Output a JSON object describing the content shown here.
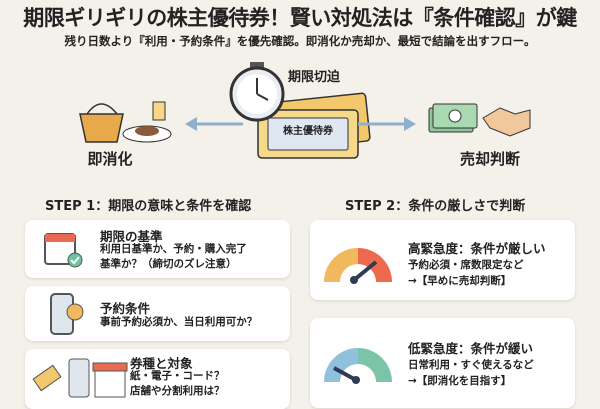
{
  "title": "期限ギリギリの株主優待券！賢い対処法は『条件確認』が鍵",
  "subtitle": "残り日数より『利用・予約条件』を優先確認。即消化か売却か、最短で結論を出すフロー。",
  "center": {
    "label": "期限切迫",
    "ticket_text": "株主優待券"
  },
  "left": {
    "label": "即消化"
  },
  "right": {
    "label": "売却判断"
  },
  "step1": {
    "header": "STEP 1：期限の意味と条件を確認",
    "cards": [
      {
        "title": "期限の基準",
        "lines": [
          "利用日基準か、予約・購入完了",
          "基準か？（締切のズレ注意）"
        ]
      },
      {
        "title": "予約条件",
        "lines": [
          "事前予約必須か、当日利用可か？"
        ]
      },
      {
        "title": "券種と対象",
        "lines": [
          "紙・電子・コード？",
          "店舗や分割利用は？"
        ]
      }
    ]
  },
  "step2": {
    "header": "STEP 2：条件の厳しさで判断",
    "cards": [
      {
        "title": "高緊急度：条件が厳しい",
        "lines": [
          "予約必須・席数限定など",
          "→【早めに売却判断】"
        ]
      },
      {
        "title": "低緊急度：条件が緩い",
        "lines": [
          "日常利用・すぐ使えるなど",
          "→【即消化を目指す】"
        ]
      }
    ]
  },
  "colors": {
    "bg": "#f4f1ea",
    "arrow": "#8fb0cc",
    "high_gauge": [
      "#f2b85e",
      "#ee6a4e"
    ],
    "low_gauge": [
      "#8fc1dc",
      "#7cc4a8"
    ],
    "needle": "#2f3b52"
  }
}
